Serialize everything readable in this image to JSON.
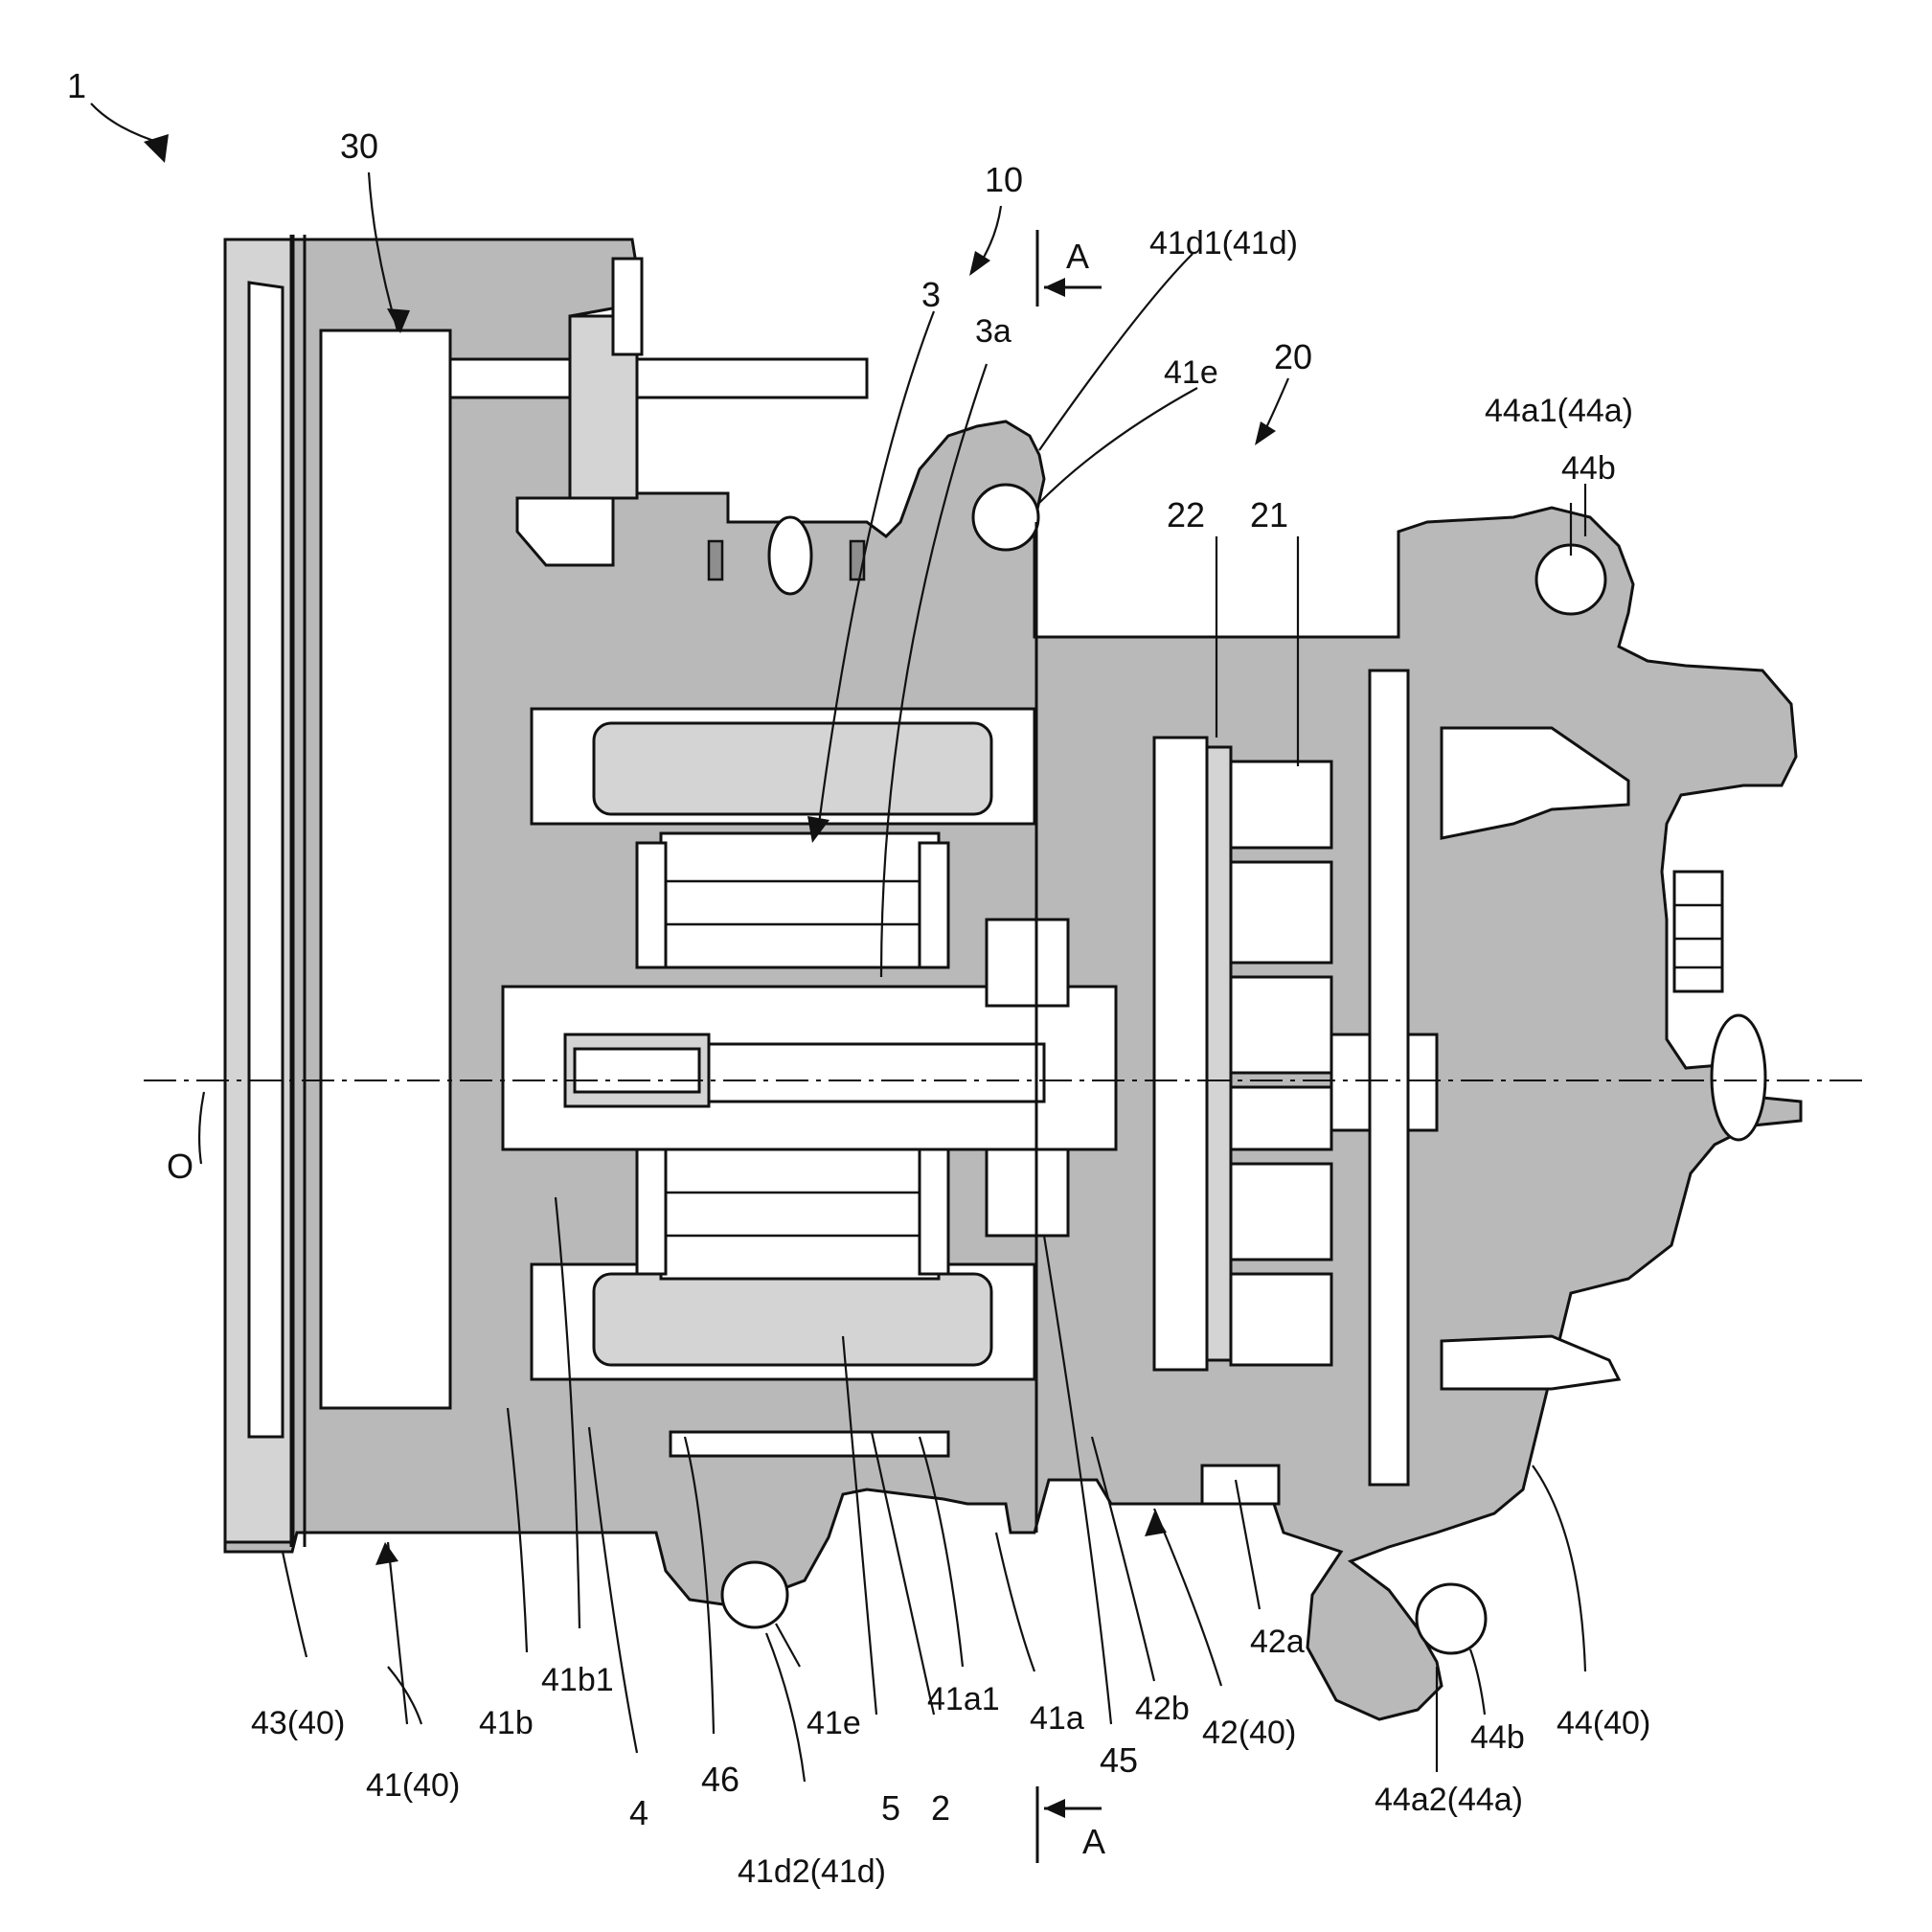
{
  "labels": {
    "l_1": "1",
    "l_30": "30",
    "l_10": "10",
    "l_3": "3",
    "l_3a": "3a",
    "l_A_top": "A",
    "l_41d1": "41d1(41d)",
    "l_41e_top": "41e",
    "l_20": "20",
    "l_44a1": "44a1(44a)",
    "l_44b_top": "44b",
    "l_22": "22",
    "l_21": "21",
    "l_O": "O",
    "l_43": "43(40)",
    "l_41_40": "41(40)",
    "l_41b": "41b",
    "l_41b1": "41b1",
    "l_4": "4",
    "l_46": "46",
    "l_41e_bot": "41e",
    "l_41d2": "41d2(41d)",
    "l_5": "5",
    "l_2": "2",
    "l_41a1": "41a1",
    "l_41a": "41a",
    "l_45": "45",
    "l_42b": "42b",
    "l_42": "42(40)",
    "l_42a": "42a",
    "l_44b_bot": "44b",
    "l_44a2": "44a2(44a)",
    "l_44": "44(40)",
    "l_A_bot": "A"
  }
}
